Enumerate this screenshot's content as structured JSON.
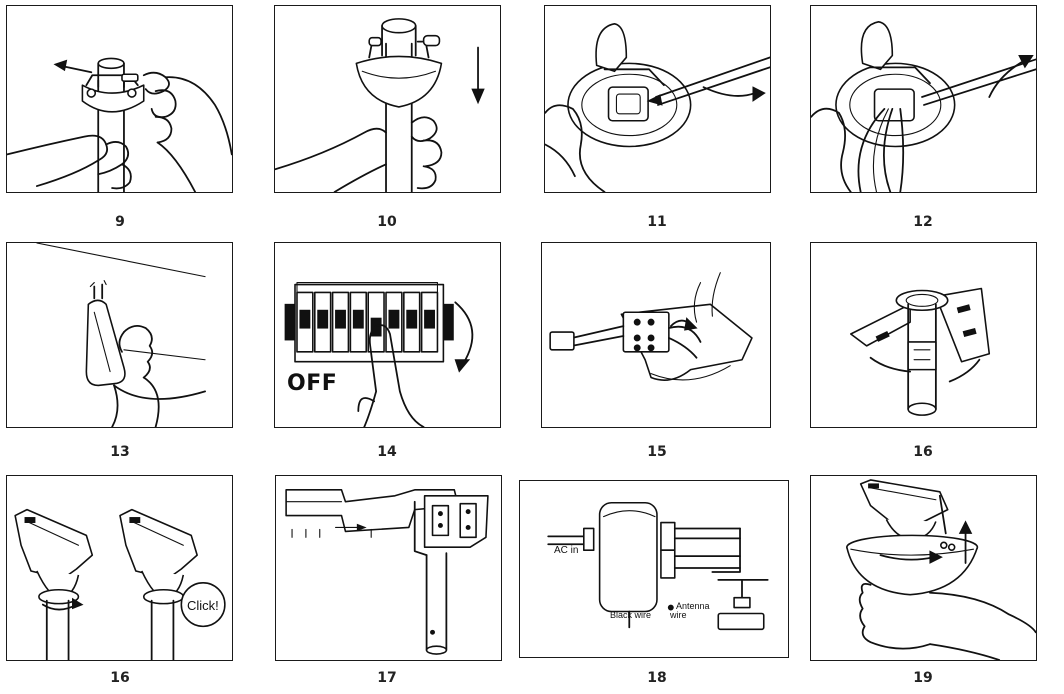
{
  "steps": [
    {
      "number": "9"
    },
    {
      "number": "10"
    },
    {
      "number": "11"
    },
    {
      "number": "12"
    },
    {
      "number": "13"
    },
    {
      "number": "14"
    },
    {
      "number": "15"
    },
    {
      "number": "16"
    },
    {
      "number": "16"
    },
    {
      "number": "17"
    },
    {
      "number": "18"
    },
    {
      "number": "19"
    }
  ],
  "labels": {
    "breaker_off": "OFF",
    "click": "Click!",
    "ac_in": "AC in",
    "black_wire": "Black wire",
    "antenna_wire_line1": "Antenna",
    "antenna_wire_line2": "wire"
  }
}
